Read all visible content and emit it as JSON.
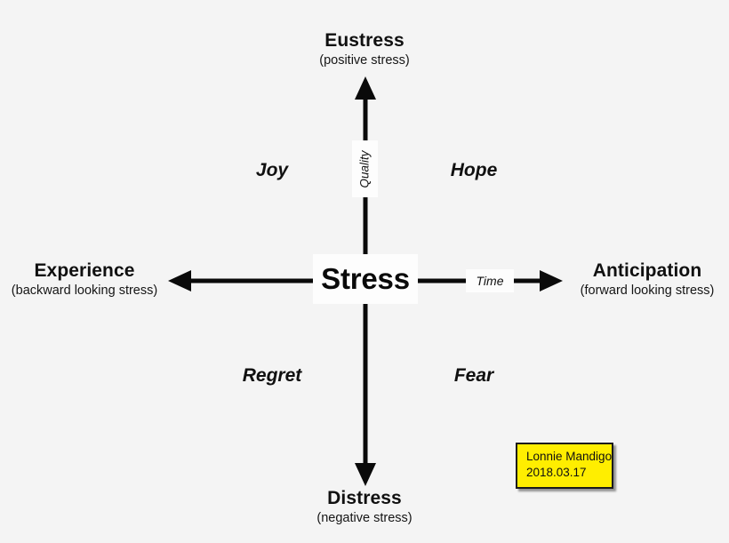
{
  "diagram": {
    "title": "Stress",
    "background_color": "#f4f4f4",
    "center": {
      "label": "Stress"
    },
    "axes": {
      "vertical": {
        "name": "Quality",
        "top_label": "Eustress",
        "top_sublabel": "(positive stress)",
        "bottom_label": "Distress",
        "bottom_sublabel": "(negative stress)"
      },
      "horizontal": {
        "name": "Time",
        "left_label": "Experience",
        "left_sublabel": "(backward looking stress)",
        "right_label": "Anticipation",
        "right_sublabel": "(forward looking stress)"
      }
    },
    "quadrants": [
      {
        "key": "top-left",
        "label": "Joy"
      },
      {
        "key": "top-right",
        "label": "Hope"
      },
      {
        "key": "bottom-left",
        "label": "Regret"
      },
      {
        "key": "bottom-right",
        "label": "Fear"
      }
    ],
    "signature": {
      "author": "Lonnie Mandigo",
      "date": "2018.03.17",
      "background_color": "#ffee00",
      "border_color": "#1a1a1a"
    }
  }
}
